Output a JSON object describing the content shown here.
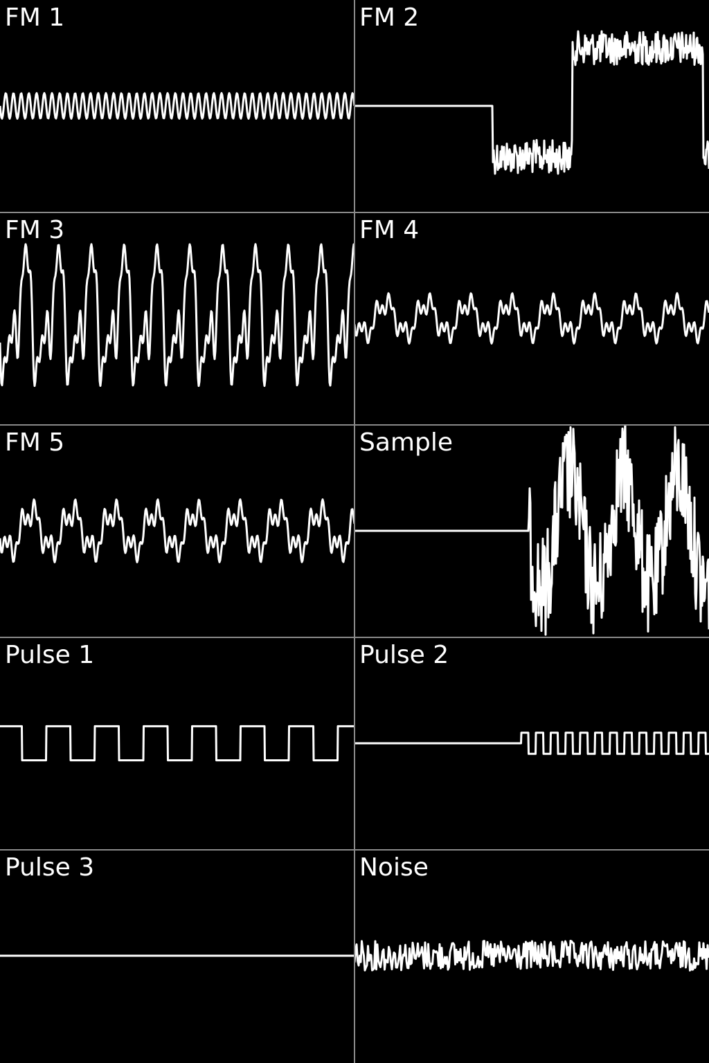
{
  "colors": {
    "background": "#000000",
    "trace": "#ffffff",
    "grid": "#8a8a8a"
  },
  "channels": [
    {
      "label": "FM 1",
      "waveform": "sine-fast",
      "active_from": 0.0,
      "amplitude": 0.06
    },
    {
      "label": "FM 2",
      "waveform": "bursty-square",
      "active_from": 0.39,
      "amplitude": 0.32
    },
    {
      "label": "FM 3",
      "waveform": "fm-complex-large",
      "active_from": 0.0,
      "amplitude": 0.4
    },
    {
      "label": "FM 4",
      "waveform": "fm-complex-small",
      "active_from": 0.0,
      "amplitude": 0.12
    },
    {
      "label": "FM 5",
      "waveform": "fm-complex-small",
      "active_from": 0.0,
      "amplitude": 0.15
    },
    {
      "label": "Sample",
      "waveform": "sample-noise",
      "active_from": 0.49,
      "amplitude": 0.45
    },
    {
      "label": "Pulse 1",
      "waveform": "square-slow",
      "active_from": 0.0,
      "amplitude": 0.08
    },
    {
      "label": "Pulse 2",
      "waveform": "square-fast",
      "active_from": 0.47,
      "amplitude": 0.05
    },
    {
      "label": "Pulse 3",
      "waveform": "flat",
      "active_from": 1.0,
      "amplitude": 0.0
    },
    {
      "label": "Noise",
      "waveform": "white-noise",
      "active_from": 0.0,
      "amplitude": 0.07
    }
  ]
}
